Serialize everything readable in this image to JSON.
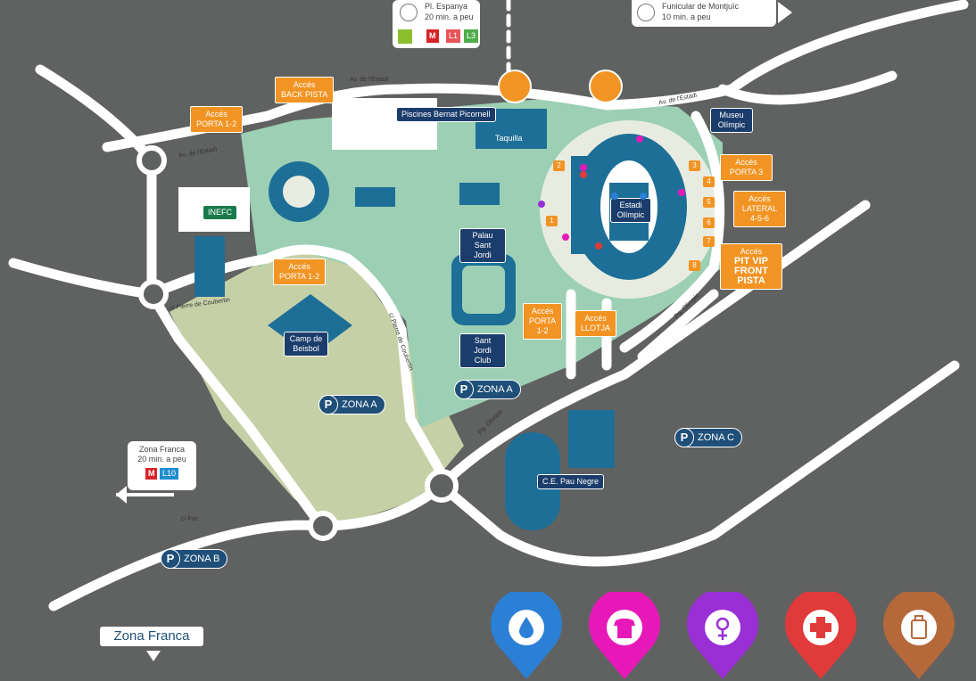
{
  "top_cards": {
    "espanya": {
      "title": "Pl. Espanya",
      "time": "20 min. a peu",
      "lines": [
        "M",
        "L1",
        "L3"
      ]
    },
    "funicular": {
      "title": "Funicular de Montjuïc",
      "time": "10 min. a peu"
    },
    "zona_franca_card": {
      "title": "Zona Franca",
      "time": "20 min. a peu",
      "lines": [
        "M",
        "L10"
      ]
    }
  },
  "roads": {
    "av_estadi_1": "Av. de l'Estadi",
    "av_estadi_2": "Av. de l'Estadi",
    "av_estadi_3": "Av. de l'Estadi",
    "coubertin_1": "c/ Pierre de Coubertin",
    "coubertin_2": "c/ Pierre de Coubertin",
    "olimpic_1": "Pg. Olímpic",
    "olimpic_2": "Pg. Olímpic",
    "foc": "c/ Foc"
  },
  "access": {
    "back_pista": [
      "Accés",
      "BACK PISTA"
    ],
    "porta12_top": [
      "Accés",
      "PORTA 1-2"
    ],
    "porta12_mid": [
      "Accés",
      "PORTA 1-2"
    ],
    "porta12_sj": [
      "Accés",
      "PORTA",
      "1-2"
    ],
    "llotja": [
      "Accés",
      "LLOTJA"
    ],
    "porta3": [
      "Accés",
      "PORTA 3"
    ],
    "lateral": [
      "Accés",
      "LATERAL",
      "4-5-6"
    ],
    "pit_vip": [
      "Accés",
      "PIT VIP",
      "FRONT PISTA"
    ]
  },
  "buildings": {
    "piscines": "Piscines Bernat Picornell",
    "taquilla": "Taquilla",
    "museu": "Museu Olímpic",
    "estadi": "Estadi Olímpic",
    "inefc": "INEFC",
    "palau": "Palau Sant Jordi",
    "sj_club": "Sant Jordi Club",
    "beisbol": "Camp de Beisbol",
    "pau_negre": "C.E. Pau Negre"
  },
  "gates": [
    "1",
    "2",
    "3",
    "4",
    "5",
    "6",
    "7",
    "8"
  ],
  "parking": [
    {
      "p": "P",
      "label": "ZONA A"
    },
    {
      "p": "P",
      "label": "ZONA A"
    },
    {
      "p": "P",
      "label": "ZONA B"
    },
    {
      "p": "P",
      "label": "ZONA C"
    }
  ],
  "zona_franca_sign": "Zona Franca",
  "legend_icons": [
    {
      "name": "water",
      "color": "#2b7fd4"
    },
    {
      "name": "merchandise",
      "color": "#e619b8"
    },
    {
      "name": "women-toilet",
      "color": "#9a2fd6"
    },
    {
      "name": "first-aid",
      "color": "#e03a3a"
    },
    {
      "name": "luggage",
      "color": "#b5683a"
    }
  ]
}
